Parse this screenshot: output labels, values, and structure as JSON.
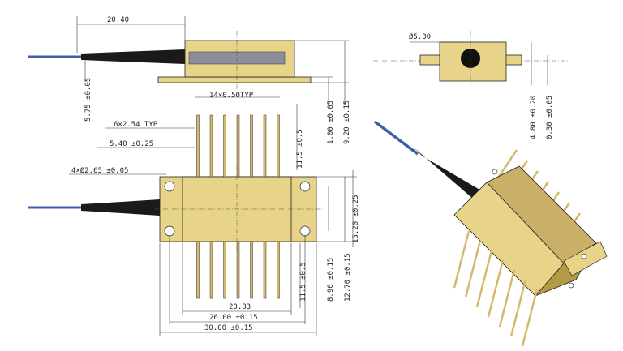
{
  "colors": {
    "gold_body": "#e8d489",
    "gold_dark": "#b59a45",
    "fiber_blue": "#3d5fa8",
    "boot_black": "#1a1a1a",
    "pin_gold": "#d6b86a"
  },
  "dimensions": {
    "fiber_length": "20.40",
    "height_offset": "5.75 ±0.05",
    "base_thickness": "1.00 ±0.05",
    "body_height": "9.20 ±0.15",
    "pin_pitch_total": "14×0.50TYP",
    "pin_pitch": "6×2.54 TYP",
    "pin_offset": "5.40 ±0.25",
    "hole_dia": "4×Ø2.65 ±0.05",
    "pin_length_top": "11.5 ±0.5",
    "pin_length_bottom": "11.5 ±0.5",
    "mount_width": "15.20 ±0.25",
    "hole_spacing_v": "8.90 ±0.15",
    "flange_width_v": "12.70 ±0.15",
    "body_length": "20.83",
    "hole_spacing_h": "26.00 ±0.15",
    "flange_length": "30.00 ±0.15",
    "fiber_dia": "Ø5.30",
    "side_height": "4.80 ±0.20",
    "side_offset": "0.30 ±0.05"
  }
}
